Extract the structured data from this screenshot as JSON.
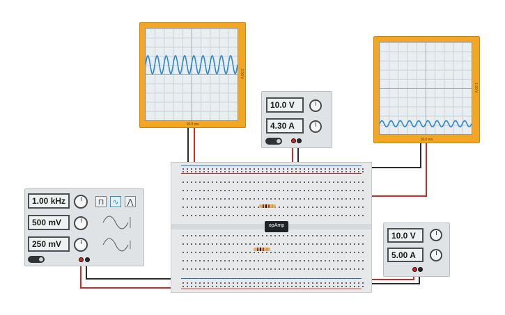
{
  "scope_left": {
    "timebase": "10.0 ms",
    "vdiv": "2.00 V"
  },
  "scope_right": {
    "timebase": "10.0 ms",
    "vdiv": "1.00 V"
  },
  "supply_top": {
    "voltage": "10.0 V",
    "current": "4.30 A"
  },
  "supply_right": {
    "voltage": "10.0 V",
    "current": "5.00 A"
  },
  "function_generator": {
    "frequency": "1.00 kHz",
    "amplitude": "500 mV",
    "offset": "250 mV",
    "waveforms": [
      "square",
      "sine",
      "triangle"
    ],
    "selected_waveform": "sine"
  },
  "opamp": {
    "label": "opAmp"
  },
  "colors": {
    "wire_red": "#d6261e",
    "wire_black": "#2b2b2b",
    "trace": "#2a86d6",
    "scope_body": "#f2a623"
  }
}
